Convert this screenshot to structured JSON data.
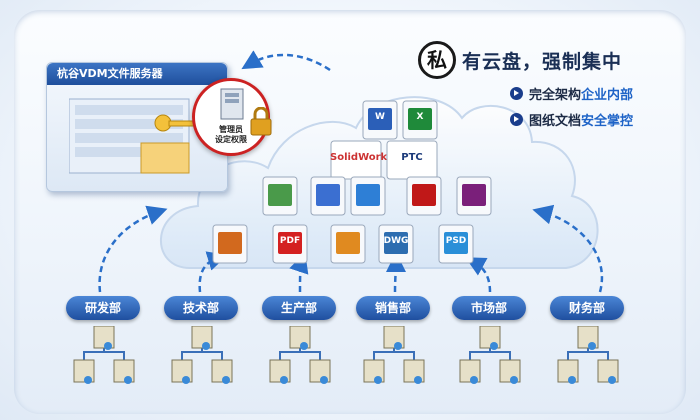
{
  "colors": {
    "accent": "#1e63c7",
    "dark_blue": "#1f4f9c",
    "arrow": "#2a6fc9",
    "lock": "#e0a020",
    "badge_ring": "#c22222"
  },
  "server": {
    "title": "杭谷VDM文件服务器",
    "admin_label_line1": "管理员",
    "admin_label_line2": "设定权限"
  },
  "headline": {
    "circle_char": "私",
    "text": "有云盘，强制集中"
  },
  "bullets": [
    {
      "plain": "完全架构",
      "highlight": "企业内部"
    },
    {
      "plain": "图纸文档",
      "highlight": "安全掌控"
    }
  ],
  "cloud_icons": [
    {
      "name": "word-icon",
      "label": "W"
    },
    {
      "name": "excel-icon",
      "label": "X"
    },
    {
      "name": "solidworks-logo",
      "label": "SolidWorks"
    },
    {
      "name": "ptc-logo",
      "label": "PTC"
    },
    {
      "name": "spreadsheet-icon",
      "label": ""
    },
    {
      "name": "paint-brush-icon",
      "label": ""
    },
    {
      "name": "media-player-icon",
      "label": ""
    },
    {
      "name": "autodesk-icon",
      "label": ""
    },
    {
      "name": "winrar-icon",
      "label": ""
    },
    {
      "name": "powerpoint-icon",
      "label": ""
    },
    {
      "name": "pdf-icon",
      "label": "PDF"
    },
    {
      "name": "image-file-icon",
      "label": ""
    },
    {
      "name": "dwg-icon",
      "label": "DWG"
    },
    {
      "name": "psd-icon",
      "label": "PSD"
    }
  ],
  "departments": [
    {
      "label": "研发部"
    },
    {
      "label": "技术部"
    },
    {
      "label": "生产部"
    },
    {
      "label": "销售部"
    },
    {
      "label": "市场部"
    },
    {
      "label": "财务部"
    }
  ]
}
